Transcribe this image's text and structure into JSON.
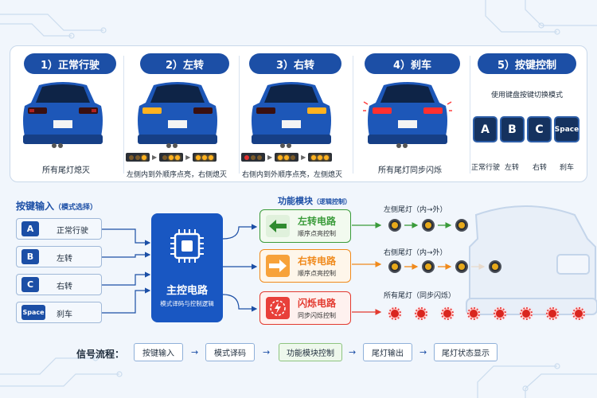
{
  "modes": [
    {
      "title": "1）正常行驶",
      "caption": "所有尾灯熄灭"
    },
    {
      "title": "2）左转",
      "caption": "左侧内到外顺序点亮，右侧熄灭"
    },
    {
      "title": "3）右转",
      "caption": "右侧内到外顺序点亮，左侧熄灭"
    },
    {
      "title": "4）刹车",
      "caption": "所有尾灯同步闪烁"
    },
    {
      "title": "5）按键控制",
      "caption": "使用键盘按键切换模式"
    }
  ],
  "keymap": [
    {
      "key": "A",
      "label": "正常行驶"
    },
    {
      "key": "B",
      "label": "左转"
    },
    {
      "key": "C",
      "label": "右转"
    },
    {
      "key": "Space",
      "label": "刹车"
    }
  ],
  "inputs": {
    "title": "按键输入",
    "title_note": "（模式选择）",
    "items": [
      {
        "key": "A",
        "label": "正常行驶"
      },
      {
        "key": "B",
        "label": "左转"
      },
      {
        "key": "C",
        "label": "右转"
      },
      {
        "key": "Space",
        "label": "刹车"
      }
    ]
  },
  "cpu": {
    "title": "主控电路",
    "subtitle": "模式译码与控制逻辑"
  },
  "func": {
    "title": "功能模块",
    "title_note": "（逻辑控制）",
    "modules": [
      {
        "name": "左转电路",
        "sub": "顺序点亮控制",
        "color": "#3a9b3a",
        "bg": "#e8f5e4"
      },
      {
        "name": "右转电路",
        "sub": "顺序点亮控制",
        "color": "#f08a1c",
        "bg": "#fdf0de"
      },
      {
        "name": "闪烁电路",
        "sub": "同步闪烁控制",
        "color": "#e33a2f",
        "bg": "#fde6e3"
      }
    ]
  },
  "outputs": [
    {
      "label": "左侧尾灯（内→外）"
    },
    {
      "label": "右侧尾灯（内→外）"
    },
    {
      "label": "所有尾灯（同步闪烁）"
    }
  ],
  "flow": {
    "title": "信号流程：",
    "steps": [
      "按键输入",
      "模式译码",
      "功能模块控制",
      "尾灯输出",
      "尾灯状态显示"
    ],
    "arrow": "→"
  },
  "colors": {
    "primary": "#1c4fa6",
    "cpu": "#1957c2",
    "amber": "#ffb21f",
    "red": "#e3312f"
  }
}
